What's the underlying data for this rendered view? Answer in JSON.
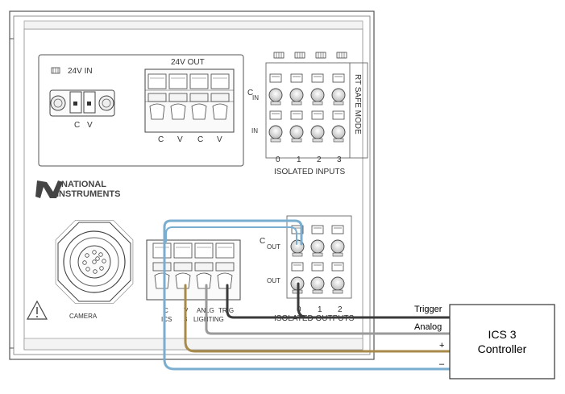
{
  "device": {
    "power_in": {
      "title": "24V IN",
      "terminals": [
        "C",
        "V"
      ]
    },
    "power_out": {
      "title": "24V OUT",
      "terminals": [
        "C",
        "V",
        "C",
        "V"
      ]
    },
    "isolated_inputs": {
      "title": "ISOLATED INPUTS",
      "row_cin_prefix": "C",
      "row_cin_sub": "IN",
      "row_in": "IN",
      "channels": [
        "0",
        "1",
        "2",
        "3"
      ],
      "side_label": "RT SAFE MODE"
    },
    "logo": {
      "line1": "NATIONAL",
      "line2": "INSTRUMENTS"
    },
    "camera": {
      "label": "CAMERA"
    },
    "lighting": {
      "terminals": [
        "C",
        "V",
        "ANLG",
        "TRIG"
      ],
      "sublabels": [
        "ICS",
        "3",
        "LIGHTING"
      ]
    },
    "isolated_outputs": {
      "title": "ISOLATED OUTPUTS",
      "row_cout_prefix": "C",
      "row_cout_sub": "OUT",
      "row_out": "OUT",
      "channels": [
        "0",
        "1",
        "2"
      ]
    }
  },
  "wires": [
    {
      "label": "Trigger",
      "color": "#3a3a3a"
    },
    {
      "label": "Analog",
      "color": "#9a9a9a"
    },
    {
      "label": "+",
      "color": "#a88a4a"
    },
    {
      "label": "–",
      "color": "#7aaed0"
    }
  ],
  "controller": {
    "line1": "ICS 3",
    "line2": "Controller"
  },
  "colors": {
    "outline": "#555555",
    "wire_blue": "#7aaed0",
    "wire_gold": "#a88a4a",
    "wire_gray": "#9a9a9a",
    "wire_dark": "#3a3a3a"
  }
}
